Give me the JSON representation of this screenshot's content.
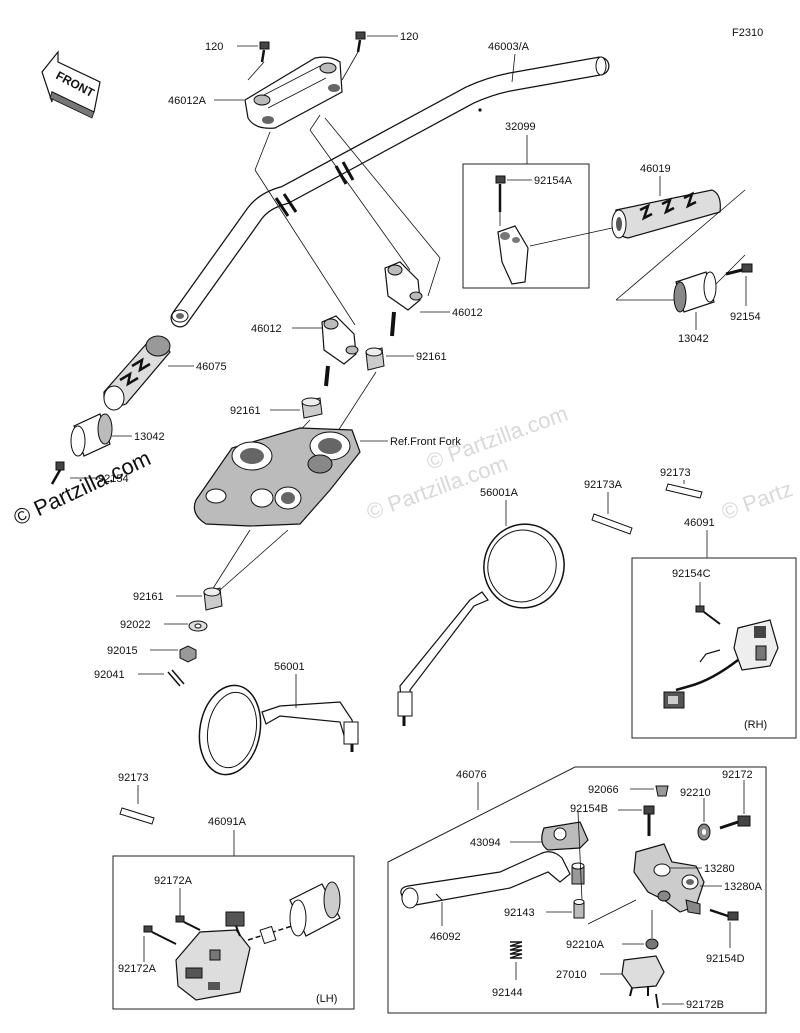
{
  "figure_code": "F2310",
  "front_arrow": "FRONT",
  "side_rh": "(RH)",
  "side_lh": "(LH)",
  "ref_front_fork": "Ref.Front Fork",
  "watermark": "© Partzilla.com",
  "watermark_faint": "© Partzilla.com",
  "watermark_edge": "© Partz",
  "parts": {
    "p120_left": "120",
    "p120_right": "120",
    "p46003A": "46003/A",
    "p46012A": "46012A",
    "p32099": "32099",
    "p92154A": "92154A",
    "p46019": "46019",
    "p92154_r": "92154",
    "p13042_r": "13042",
    "p46012_r": "46012",
    "p46012_l": "46012",
    "p92161_a": "92161",
    "p46075": "46075",
    "p92161_b": "92161",
    "p13042_l": "13042",
    "p92154_l": "92154",
    "p92173_r": "92173",
    "p92173A": "92173A",
    "p56001A": "56001A",
    "p46091": "46091",
    "p92154C": "92154C",
    "p92161_c": "92161",
    "p92022": "92022",
    "p92015": "92015",
    "p92041": "92041",
    "p56001": "56001",
    "p92173_l": "92173",
    "p46091A": "46091A",
    "p92172A_a": "92172A",
    "p92172A_b": "92172A",
    "p46076": "46076",
    "p92066": "92066",
    "p92154B": "92154B",
    "p92210": "92210",
    "p92172": "92172",
    "p43094": "43094",
    "p13280": "13280",
    "p13280A": "13280A",
    "p92143": "92143",
    "p46092": "46092",
    "p92210A": "92210A",
    "p92154D": "92154D",
    "p27010": "27010",
    "p92144": "92144",
    "p92172B": "92172B"
  }
}
